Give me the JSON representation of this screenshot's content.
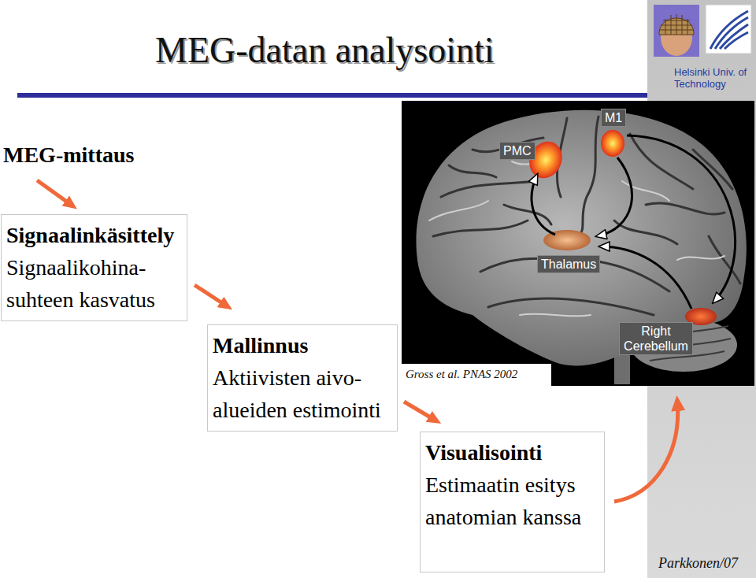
{
  "diagram": {
    "title": "MEG-datan analysointi",
    "nodes": [
      {
        "text": [
          "MEG-mittaus"
        ]
      },
      {
        "text": [
          "Signaalinkäsittely",
          "Signaalikohina- suhteen kasvatus"
        ]
      },
      {
        "text": [
          "Mallinnus",
          "Aktiivisten aivo- alueiden estimointi"
        ]
      },
      {
        "text": [
          "Visualisointi",
          "Estimaatin esitys anatomian kanssa"
        ]
      }
    ],
    "edges": [
      {
        "from": 0,
        "to": 1,
        "arrow": "to"
      },
      {
        "from": 1,
        "to": 2,
        "arrow": "to"
      },
      {
        "from": 2,
        "to": 3,
        "arrow": "to"
      }
    ],
    "labels": [
      "PMC",
      "M1",
      "Thalamus",
      "Right Cerebellum",
      "Gross et al. PNAS 2002",
      "Helsinki Univ. of Technology",
      "Parkkonen/07"
    ]
  }
}
